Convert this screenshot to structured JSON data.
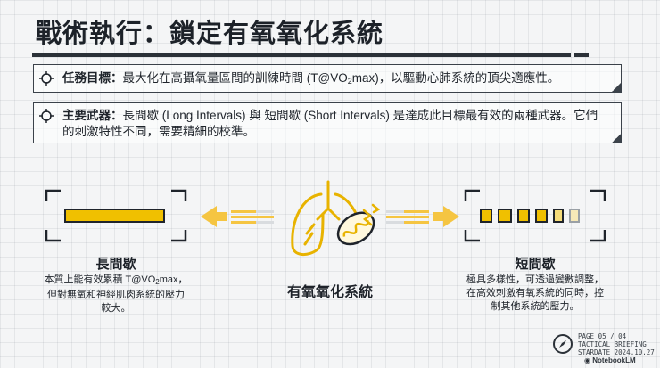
{
  "title": "戰術執行：鎖定有氧氧化系統",
  "mission": {
    "label": "任務目標",
    "text_pre": "最大化在高攝氧量區間的訓練時間 (T@VO",
    "text_sub": "2",
    "text_post": "max)，以驅動心肺系統的頂尖適應性。"
  },
  "weapons": {
    "label": "主要武器",
    "text": "長間歇 (Long Intervals) 與 短間歇 (Short Intervals) 是達成此目標最有效的兩種武器。它們的刺激特性不同，需要精細的校準。"
  },
  "long_interval": {
    "title": "長間歇",
    "desc_line1_pre": "本質上能有效累積 T@VO",
    "desc_line1_sub": "2",
    "desc_line1_post": "max，",
    "desc_line2": "但對無氧和神經肌肉系統的壓力",
    "desc_line3": "較大。"
  },
  "short_interval": {
    "title": "短間歇",
    "desc_line1": "極具多樣性，可透過變數調整，",
    "desc_line2": "在高效刺激有氧系統的同時，控",
    "desc_line3": "制其他系統的壓力。"
  },
  "center_label": "有氧氧化系統",
  "footer": {
    "page": "PAGE 05 / 04",
    "briefing": "TACTICAL BRIEFING",
    "stardate": "STARDATE 2024.10.27",
    "brand": "NotebookLM"
  },
  "colors": {
    "accent_yellow": "#f0c000",
    "arrow_yellow": "#f5c542",
    "ink": "#1f242b"
  },
  "icons": [
    "crosshair-icon",
    "lungs-mitochondria-icon",
    "compass-icon",
    "arrow-left-icon",
    "arrow-right-icon"
  ]
}
